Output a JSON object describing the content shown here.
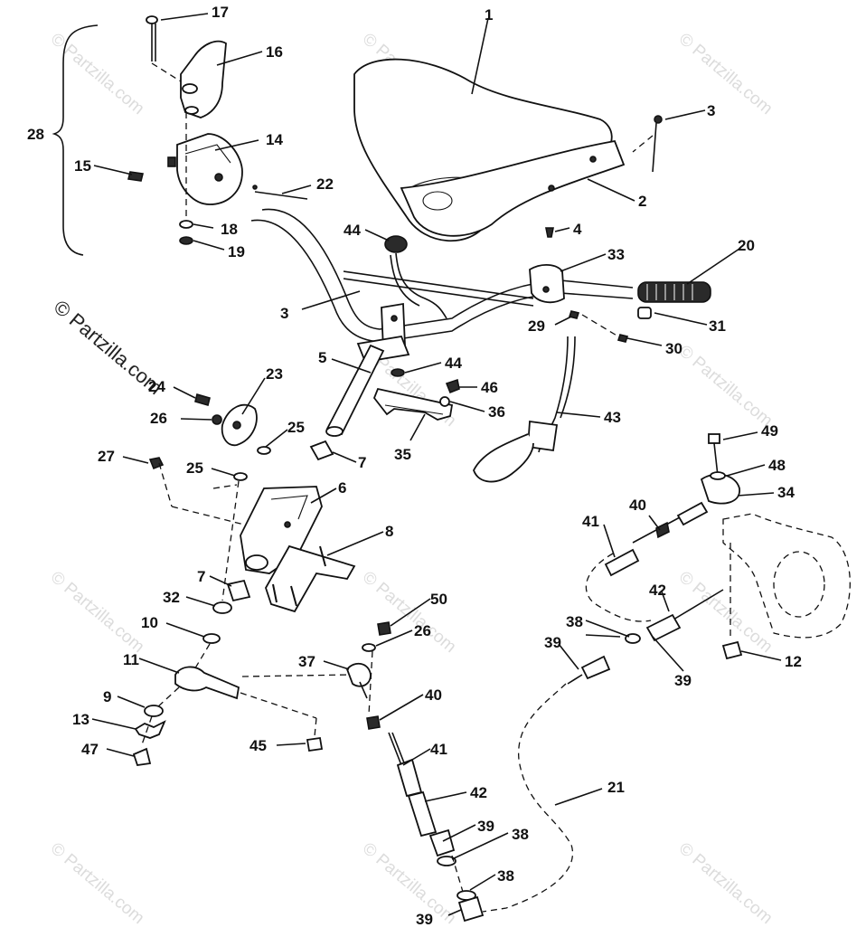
{
  "watermark": {
    "main_text": "© Partzilla.com",
    "tile_text": "© Partzilla.com"
  },
  "callouts": [
    {
      "id": "c1",
      "text": "1"
    },
    {
      "id": "c2",
      "text": "2"
    },
    {
      "id": "c3a",
      "text": "3"
    },
    {
      "id": "c3b",
      "text": "3"
    },
    {
      "id": "c4",
      "text": "4"
    },
    {
      "id": "c5",
      "text": "5"
    },
    {
      "id": "c6",
      "text": "6"
    },
    {
      "id": "c7a",
      "text": "7"
    },
    {
      "id": "c7b",
      "text": "7"
    },
    {
      "id": "c8",
      "text": "8"
    },
    {
      "id": "c9",
      "text": "9"
    },
    {
      "id": "c10",
      "text": "10"
    },
    {
      "id": "c11",
      "text": "11"
    },
    {
      "id": "c12",
      "text": "12"
    },
    {
      "id": "c13",
      "text": "13"
    },
    {
      "id": "c14",
      "text": "14"
    },
    {
      "id": "c15",
      "text": "15"
    },
    {
      "id": "c16",
      "text": "16"
    },
    {
      "id": "c17",
      "text": "17"
    },
    {
      "id": "c18",
      "text": "18"
    },
    {
      "id": "c19",
      "text": "19"
    },
    {
      "id": "c20",
      "text": "20"
    },
    {
      "id": "c21",
      "text": "21"
    },
    {
      "id": "c22",
      "text": "22"
    },
    {
      "id": "c23",
      "text": "23"
    },
    {
      "id": "c24",
      "text": "24"
    },
    {
      "id": "c25a",
      "text": "25"
    },
    {
      "id": "c25b",
      "text": "25"
    },
    {
      "id": "c26a",
      "text": "26"
    },
    {
      "id": "c26b",
      "text": "26"
    },
    {
      "id": "c27",
      "text": "27"
    },
    {
      "id": "c28",
      "text": "28"
    },
    {
      "id": "c29",
      "text": "29"
    },
    {
      "id": "c30",
      "text": "30"
    },
    {
      "id": "c31",
      "text": "31"
    },
    {
      "id": "c32",
      "text": "32"
    },
    {
      "id": "c33",
      "text": "33"
    },
    {
      "id": "c34",
      "text": "34"
    },
    {
      "id": "c35",
      "text": "35"
    },
    {
      "id": "c36",
      "text": "36"
    },
    {
      "id": "c37",
      "text": "37"
    },
    {
      "id": "c38a",
      "text": "38"
    },
    {
      "id": "c38b",
      "text": "38"
    },
    {
      "id": "c38c",
      "text": "38"
    },
    {
      "id": "c39a",
      "text": "39"
    },
    {
      "id": "c39b",
      "text": "39"
    },
    {
      "id": "c39c",
      "text": "39"
    },
    {
      "id": "c39d",
      "text": "39"
    },
    {
      "id": "c40a",
      "text": "40"
    },
    {
      "id": "c40b",
      "text": "40"
    },
    {
      "id": "c41a",
      "text": "41"
    },
    {
      "id": "c41b",
      "text": "41"
    },
    {
      "id": "c42a",
      "text": "42"
    },
    {
      "id": "c42b",
      "text": "42"
    },
    {
      "id": "c43",
      "text": "43"
    },
    {
      "id": "c44a",
      "text": "44"
    },
    {
      "id": "c44b",
      "text": "44"
    },
    {
      "id": "c45",
      "text": "45"
    },
    {
      "id": "c46",
      "text": "46"
    },
    {
      "id": "c47",
      "text": "47"
    },
    {
      "id": "c48",
      "text": "48"
    },
    {
      "id": "c49",
      "text": "49"
    },
    {
      "id": "c50",
      "text": "50"
    }
  ]
}
